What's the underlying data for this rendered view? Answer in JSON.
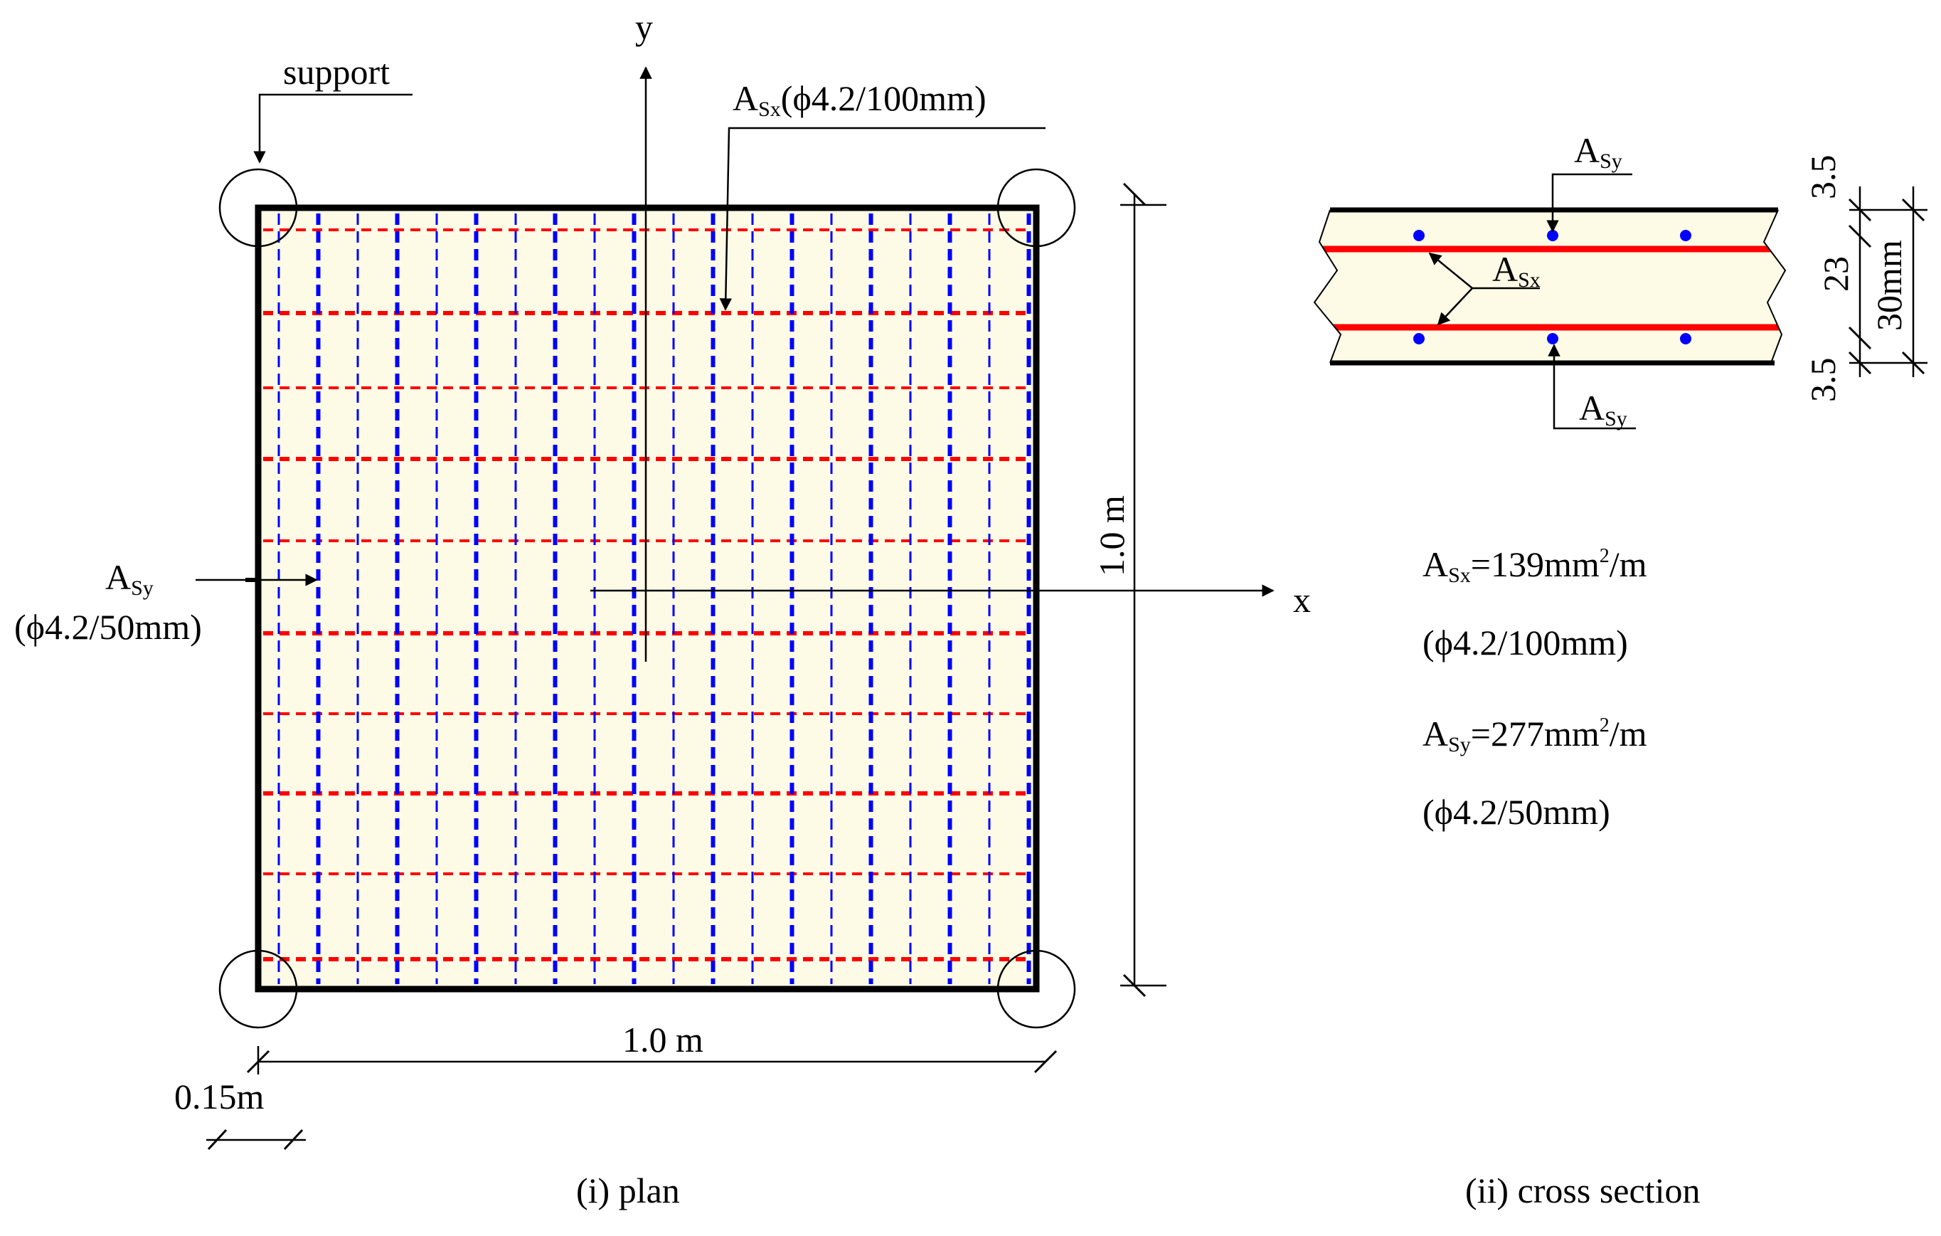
{
  "plan": {
    "axis_y": "y",
    "axis_x": "x",
    "support_label": "support",
    "asx_label": {
      "main": "A",
      "sub": "Sx",
      "rest": "(ϕ4.2/100mm)"
    },
    "asy_label": {
      "main": "A",
      "sub": "Sy",
      "rest": "(ϕ4.2/50mm)"
    },
    "dim_side": "1.0 m",
    "dim_bottom": "1.0 m",
    "dim_offset": "0.15m",
    "caption": "(i) plan"
  },
  "section": {
    "asy_top": {
      "main": "A",
      "sub": "Sy"
    },
    "asx": {
      "main": "A",
      "sub": "Sx"
    },
    "asy_bottom": {
      "main": "A",
      "sub": "Sy"
    },
    "dim_top": "3.5",
    "dim_mid": "23",
    "dim_total": "30mm",
    "dim_bottom": "3.5",
    "caption": "(ii) cross section"
  },
  "specs": {
    "asx": {
      "main": "A",
      "sub": "Sx",
      "value": "=139mm",
      "sup": "2",
      "unit": "/m"
    },
    "asx_bar": "(ϕ4.2/100mm)",
    "asy": {
      "main": "A",
      "sub": "Sy",
      "value": "=277mm",
      "sup": "2",
      "unit": "/m"
    },
    "asy_bar": "(ϕ4.2/50mm)"
  },
  "colors": {
    "slab_fill": "#fdfbe6",
    "rebar_x": "#ff0000",
    "rebar_y": "#0000ff",
    "outline": "#000000"
  }
}
